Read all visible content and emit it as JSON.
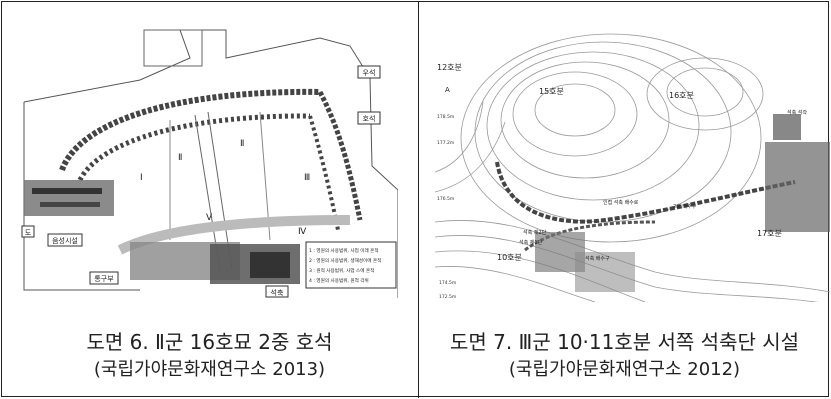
{
  "figures": [
    {
      "caption_line1": "도면 6. Ⅱ군 16호묘 2중 호석",
      "caption_line2": "(국립가야문화재연구소 2013)",
      "map_labels": {
        "zone_1": "Ⅰ",
        "zone_2": "Ⅱ",
        "zone_3": "Ⅱ",
        "zone_4": "Ⅲ",
        "zone_5": "Ⅴ",
        "zone_6": "Ⅳ",
        "box_top_right": "우석",
        "box_mid_right": "호석",
        "box_left": "음성시설",
        "box_bottom_left": "통구부",
        "box_bottom": "석축",
        "box_far_left": "도"
      },
      "legend": [
        "1 : 영원의 사용범위, 사업 이레 흔적",
        "2 : 영원의 사용범위, 생해성이에 흔적",
        "3 : 원적 사용범위, 사업 스에 흔적",
        "4 : 영원의 사용범위, 원척 각위"
      ]
    },
    {
      "caption_line1": "도면 7. Ⅲ군 10·11호분 서쪽 석축단 시설",
      "caption_line2": "(국립가야문화재연구소 2012)",
      "map_labels": {
        "mound_12": "12호분",
        "mound_15": "15호분",
        "mound_16": "16호분",
        "mound_10": "10호분",
        "mound_17": "17호분",
        "letter_a": "A",
        "elev_1": "178.5m",
        "elev_2": "177.2m",
        "elev_3": "176.5m",
        "elev_4": "174.5m",
        "elev_5": "172.5m",
        "note_1": "석축 제2단",
        "note_2": "2호 배수구",
        "note_3": "석축 제1단",
        "note_4": "석축 배수구",
        "note_5": "인접 석축 배수로",
        "note_6": "석축 석곽"
      }
    }
  ]
}
